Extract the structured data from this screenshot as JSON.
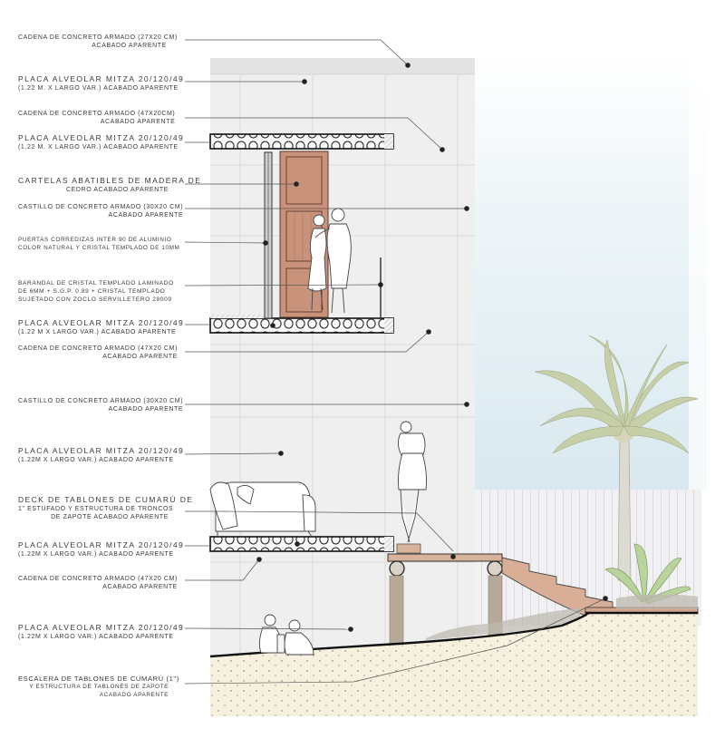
{
  "drawing": {
    "type": "architectural-section",
    "colors": {
      "wall": "#eeeeee",
      "wall_shadow": "#dedede",
      "sky": "#dbe9ef",
      "fence": "#f0f0f2",
      "wood": "#c9927a",
      "deck_wood": "#d7b39c",
      "post": "#b7a998",
      "soil": "#f6f1df",
      "palm_leaf": "#c7cfa9",
      "palm_trunk": "#d9d6cc",
      "plant": "#b9d49a",
      "ink": "#2b2b2b"
    }
  },
  "annotations": [
    {
      "id": "a1",
      "lines": [
        "Cadena de concreto armado (27x20 cm)",
        "Acabado aparente"
      ]
    },
    {
      "id": "a2",
      "lines": [
        "Placa alveolar Mitza 20/120/49",
        "(1.22 m. x largo var.) Acabado aparente"
      ]
    },
    {
      "id": "a3",
      "lines": [
        "Cadena de concreto armado (47x20cm)",
        "Acabado aparente"
      ]
    },
    {
      "id": "a4",
      "lines": [
        "Placa alveolar Mitza 20/120/49",
        "(1.22 m. x largo var.) Acabado aparente"
      ]
    },
    {
      "id": "a5",
      "lines": [
        "Cartelas abatibles de madera de",
        "cedro acabado aparente"
      ]
    },
    {
      "id": "a6",
      "lines": [
        "Castillo de concreto armado (30x20 cm)",
        "Acabado aparente"
      ]
    },
    {
      "id": "a7",
      "lines": [
        "Puertas corredizas Inter 90 de aluminio",
        "color natural y cristal templado de 10mm"
      ]
    },
    {
      "id": "a8",
      "lines": [
        "Barandal de cristal templado laminado",
        "de 6mm + S.G.P. 0.89 + cristal templado",
        "sujetado con zoclo servilletero 28009"
      ]
    },
    {
      "id": "a9",
      "lines": [
        "Placa alveolar Mitza 20/120/49",
        "(1.22 m x largo var.) Acabado aparente"
      ]
    },
    {
      "id": "a10",
      "lines": [
        "Cadena de concreto armado (47x20 cm)",
        "Acabado aparente"
      ]
    },
    {
      "id": "a11",
      "lines": [
        "Castillo de concreto armado (30x20 cm)",
        "Acabado aparente"
      ]
    },
    {
      "id": "a12",
      "lines": [
        "Placa alveolar Mitza 20/120/49",
        "(1.22m x largo var.) Acabado aparente"
      ]
    },
    {
      "id": "a13",
      "lines": [
        "Deck de tablones de cumarú de",
        "1\" estufado y estructura de troncos",
        "de zapote acabado aparente"
      ]
    },
    {
      "id": "a14",
      "lines": [
        "Placa alveolar Mitza 20/120/49",
        "(1.22m x largo var.) Acabado aparente"
      ]
    },
    {
      "id": "a15",
      "lines": [
        "Cadena de concreto armado (47x20 cm)",
        "Acabado aparente"
      ]
    },
    {
      "id": "a16",
      "lines": [
        "Placa alveolar Mitza 20/120/49",
        "(1.22m x largo var.) Acabado aparente"
      ]
    },
    {
      "id": "a17",
      "lines": [
        "Escalera de tablones de cumarú (1\")",
        "y estructura de tablones de zapote",
        "Acabado aparente"
      ]
    }
  ]
}
